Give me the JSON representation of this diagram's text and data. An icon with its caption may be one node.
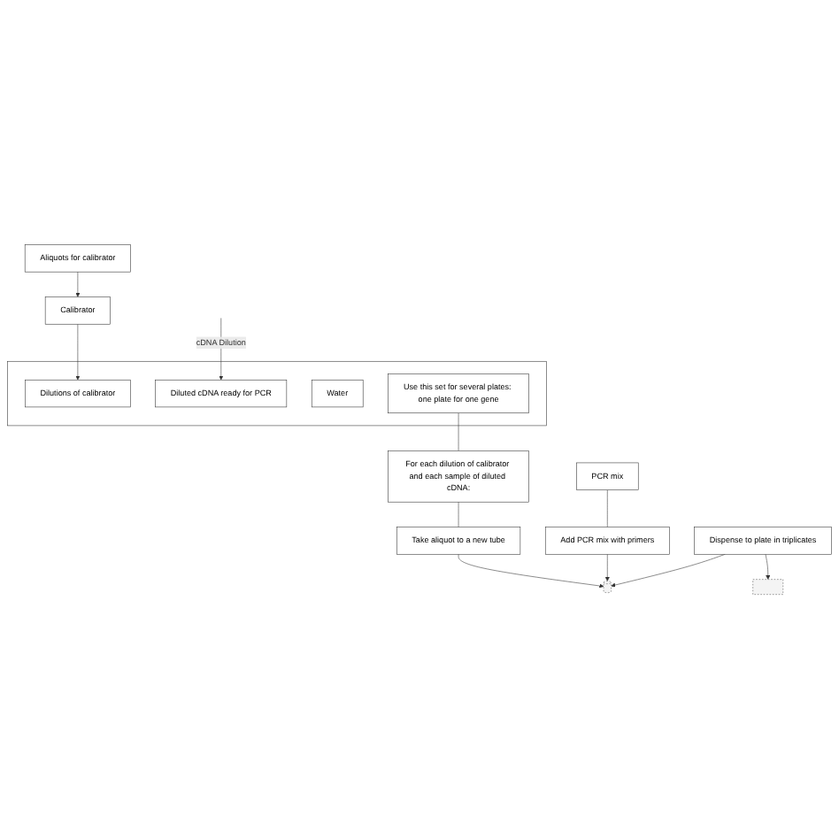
{
  "diagram": {
    "nodes": [
      {
        "text": [
          "Aliquots for calibrator"
        ]
      },
      {
        "text": [
          "Calibrator"
        ]
      },
      {
        "text": [],
        "shape": "box"
      },
      {
        "text": [
          "Dilutions of calibrator"
        ],
        "in": 2
      },
      {
        "text": [
          "Diluted cDNA ready for PCR"
        ],
        "in": 2
      },
      {
        "text": [
          "Water"
        ],
        "in": 2
      },
      {
        "text": [
          "Use this set for several plates: one plate for one gene"
        ],
        "in": 2
      },
      {
        "text": [
          "For each dilution of calibrator and each sample of diluted cDNA:"
        ]
      },
      {
        "text": [
          "Take aliquot to a new tube"
        ]
      },
      {
        "text": [
          "Add PCR mix with primers"
        ]
      },
      {
        "text": [],
        "shape": "cylinder"
      },
      {
        "text": [
          "PCR mix"
        ]
      },
      {
        "text": [
          "Dispense to plate in triplicates"
        ]
      },
      {
        "text": [],
        "shape": "box"
      }
    ],
    "edges": [
      {
        "from": 0,
        "to": 1,
        "arrow": "to"
      },
      {
        "from": 1,
        "to": 3,
        "arrow": "to"
      },
      {
        "from": null,
        "to": 4,
        "arrow": "to",
        "label": "cDNA Dilution"
      },
      {
        "from": 6,
        "to": 7,
        "arrow": "none"
      },
      {
        "from": 7,
        "to": 8,
        "arrow": "none"
      },
      {
        "from": 8,
        "to": 10,
        "arrow": "to"
      },
      {
        "from": 9,
        "to": 10,
        "arrow": "to"
      },
      {
        "from": 11,
        "to": 9,
        "arrow": "none"
      },
      {
        "from": 12,
        "to": 10,
        "arrow": "to"
      },
      {
        "from": 12,
        "to": 13,
        "arrow": "to"
      }
    ]
  }
}
